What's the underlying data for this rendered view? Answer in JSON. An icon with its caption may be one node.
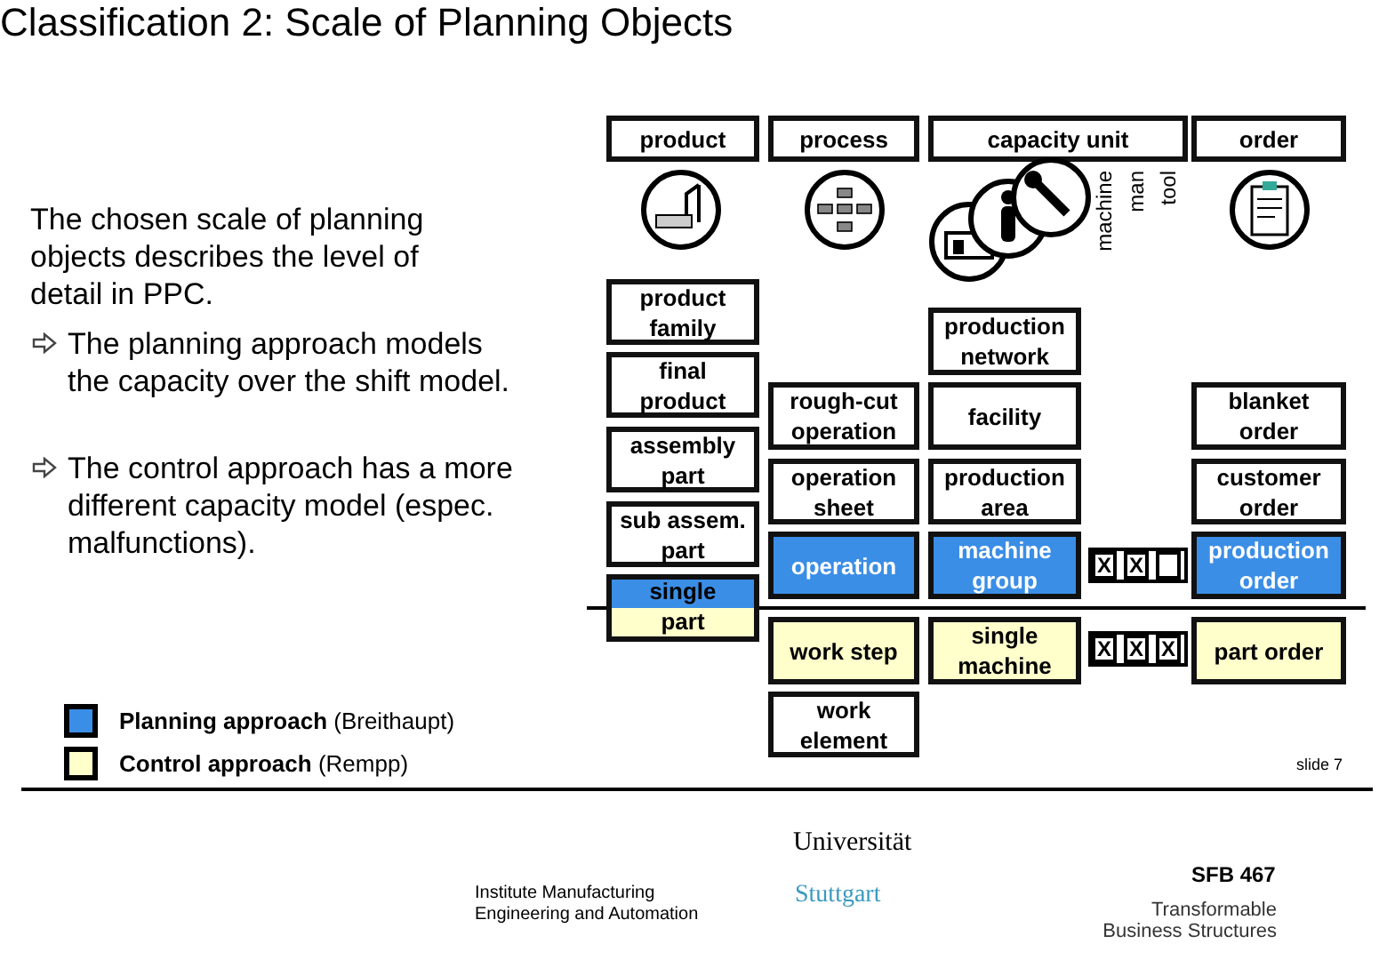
{
  "diagram": {
    "title": "Classification 2: Scale of Planning Objects",
    "nodes": [
      {
        "text": [
          "product"
        ]
      },
      {
        "text": [
          "process"
        ]
      },
      {
        "text": [
          "capacity unit"
        ]
      },
      {
        "text": [
          "order"
        ]
      },
      {
        "text": [
          "product family"
        ]
      },
      {
        "text": [
          "final product"
        ]
      },
      {
        "text": [
          "assembly part"
        ]
      },
      {
        "text": [
          "sub assem. part"
        ]
      },
      {
        "text": [
          "single part"
        ]
      },
      {
        "text": [
          "rough-cut operation"
        ]
      },
      {
        "text": [
          "operation sheet"
        ]
      },
      {
        "text": [
          "operation"
        ]
      },
      {
        "text": [
          "work step"
        ]
      },
      {
        "text": [
          "work element"
        ]
      },
      {
        "text": [
          "production network"
        ]
      },
      {
        "text": [
          "facility"
        ]
      },
      {
        "text": [
          "production area"
        ]
      },
      {
        "text": [
          "machine group"
        ]
      },
      {
        "text": [
          "single machine"
        ]
      },
      {
        "text": [
          "blanket order"
        ]
      },
      {
        "text": [
          "customer order"
        ]
      },
      {
        "text": [
          "production order"
        ]
      },
      {
        "text": [
          "part order"
        ]
      }
    ],
    "labels": [
      "The chosen scale of planning objects describes the level of detail in PPC.",
      "The planning approach models the capacity over the shift model.",
      "The control approach has a more different capacity model (espec. malfunctions).",
      "machine",
      "man",
      "tool",
      "X",
      "X",
      "X",
      "X",
      "X",
      "slide 7",
      "Institute Manufacturing Engineering and Automation",
      "Universität",
      "Stuttgart",
      "SFB 467",
      "Transformable Business Structures"
    ],
    "legend": [
      {
        "text": "**Planning approach** (Breithaupt)",
        "color": "#3b8ee6"
      },
      {
        "text": "**Control approach** (Rempp)",
        "color": "#ffffcc"
      }
    ]
  }
}
